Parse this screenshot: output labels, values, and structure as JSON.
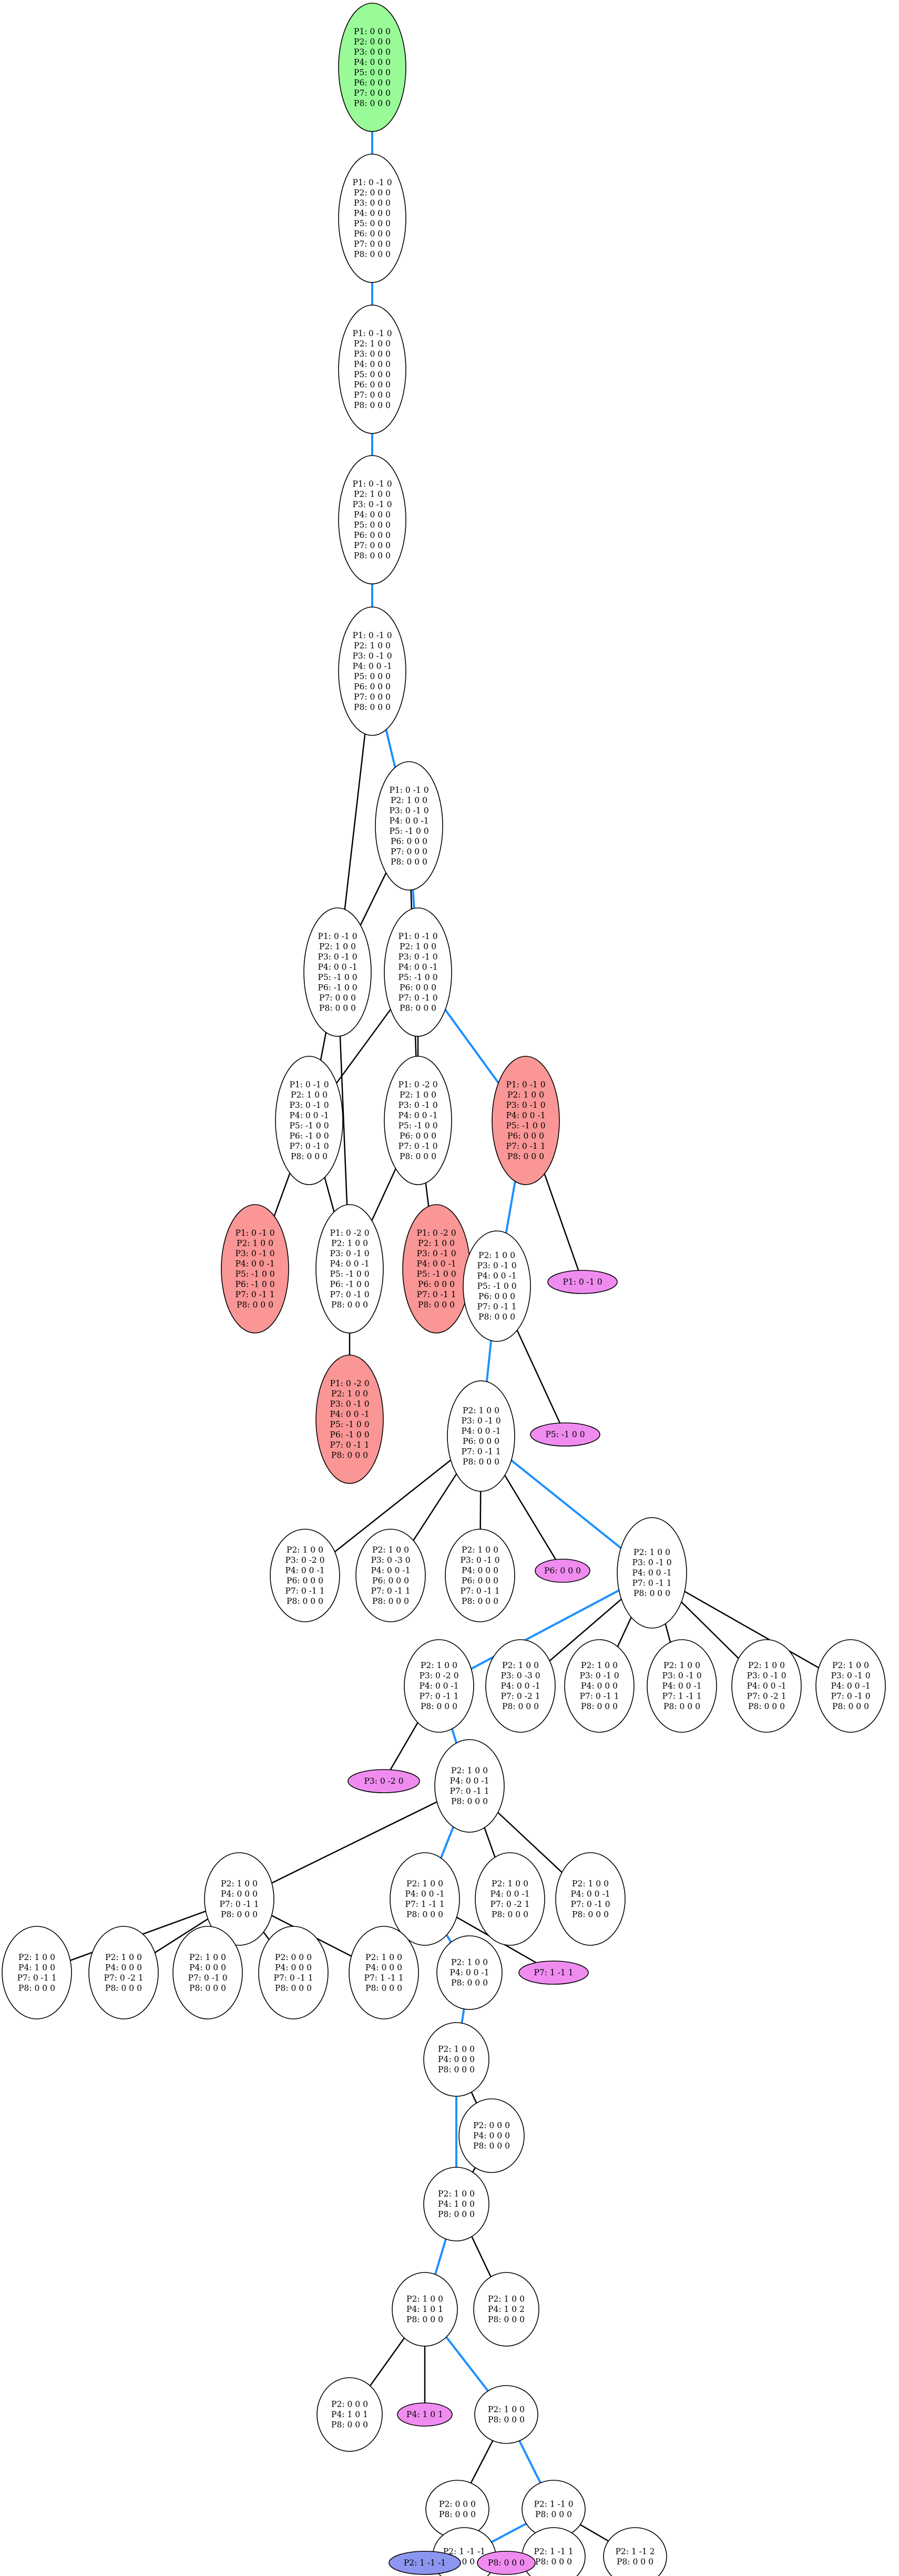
{
  "colors": {
    "edge": "#000000",
    "path_edge": "#1e90ff",
    "start_fill": "#98fb98",
    "dead_fill": "#fa9696",
    "leaf_fill": "#f08cf0",
    "goal_fill": "#8c96f0",
    "default_fill": "#ffffff"
  },
  "nodes": [
    {
      "id": "n0",
      "kind": "start",
      "lines": [
        "P1: 0 0 0",
        "P2: 0 0 0",
        "P3: 0 0 0",
        "P4: 0 0 0",
        "P5: 0 0 0",
        "P6: 0 0 0",
        "P7: 0 0 0",
        "P8: 0 0 0"
      ]
    },
    {
      "id": "n1",
      "kind": "normal",
      "lines": [
        "P1: 0 -1 0",
        "P2: 0 0 0",
        "P3: 0 0 0",
        "P4: 0 0 0",
        "P5: 0 0 0",
        "P6: 0 0 0",
        "P7: 0 0 0",
        "P8: 0 0 0"
      ]
    },
    {
      "id": "n2",
      "kind": "normal",
      "lines": [
        "P1: 0 -1 0",
        "P2: 1 0 0",
        "P3: 0 0 0",
        "P4: 0 0 0",
        "P5: 0 0 0",
        "P6: 0 0 0",
        "P7: 0 0 0",
        "P8: 0 0 0"
      ]
    },
    {
      "id": "n3",
      "kind": "normal",
      "lines": [
        "P1: 0 -1 0",
        "P2: 1 0 0",
        "P3: 0 -1 0",
        "P4: 0 0 0",
        "P5: 0 0 0",
        "P6: 0 0 0",
        "P7: 0 0 0",
        "P8: 0 0 0"
      ]
    },
    {
      "id": "n4",
      "kind": "normal",
      "lines": [
        "P1: 0 -1 0",
        "P2: 1 0 0",
        "P3: 0 -1 0",
        "P4: 0 0 -1",
        "P5: 0 0 0",
        "P6: 0 0 0",
        "P7: 0 0 0",
        "P8: 0 0 0"
      ]
    },
    {
      "id": "n5",
      "kind": "normal",
      "lines": [
        "P1: 0 -1 0",
        "P2: 1 0 0",
        "P3: 0 -1 0",
        "P4: 0 0 -1",
        "P5: -1 0 0",
        "P6: 0 0 0",
        "P7: 0 0 0",
        "P8: 0 0 0"
      ]
    },
    {
      "id": "n6",
      "kind": "normal",
      "lines": [
        "P1: 0 -1 0",
        "P2: 1 0 0",
        "P3: 0 -1 0",
        "P4: 0 0 -1",
        "P5: -1 0 0",
        "P6: -1 0 0",
        "P7: 0 0 0",
        "P8: 0 0 0"
      ]
    },
    {
      "id": "n7",
      "kind": "normal",
      "lines": [
        "P1: 0 -1 0",
        "P2: 1 0 0",
        "P3: 0 -1 0",
        "P4: 0 0 -1",
        "P5: -1 0 0",
        "P6: 0 0 0",
        "P7: 0 -1 0",
        "P8: 0 0 0"
      ]
    },
    {
      "id": "n8",
      "kind": "normal",
      "lines": [
        "P1: 0 -1 0",
        "P2: 1 0 0",
        "P3: 0 -1 0",
        "P4: 0 0 -1",
        "P5: -1 0 0",
        "P6: -1 0 0",
        "P7: 0 -1 0",
        "P8: 0 0 0"
      ]
    },
    {
      "id": "n9",
      "kind": "normal",
      "lines": [
        "P1: 0 -2 0",
        "P2: 1 0 0",
        "P3: 0 -1 0",
        "P4: 0 0 -1",
        "P5: -1 0 0",
        "P6: 0 0 0",
        "P7: 0 -1 0",
        "P8: 0 0 0"
      ]
    },
    {
      "id": "n10",
      "kind": "dead",
      "lines": [
        "P1: 0 -1 0",
        "P2: 1 0 0",
        "P3: 0 -1 0",
        "P4: 0 0 -1",
        "P5: -1 0 0",
        "P6: 0 0 0",
        "P7: 0 -1 1",
        "P8: 0 0 0"
      ]
    },
    {
      "id": "n11",
      "kind": "dead",
      "lines": [
        "P1: 0 -1 0",
        "P2: 1 0 0",
        "P3: 0 -1 0",
        "P4: 0 0 -1",
        "P5: -1 0 0",
        "P6: -1 0 0",
        "P7: 0 -1 1",
        "P8: 0 0 0"
      ]
    },
    {
      "id": "n12",
      "kind": "normal",
      "lines": [
        "P1: 0 -2 0",
        "P2: 1 0 0",
        "P3: 0 -1 0",
        "P4: 0 0 -1",
        "P5: -1 0 0",
        "P6: -1 0 0",
        "P7: 0 -1 0",
        "P8: 0 0 0"
      ]
    },
    {
      "id": "n13",
      "kind": "dead",
      "lines": [
        "P1: 0 -2 0",
        "P2: 1 0 0",
        "P3: 0 -1 0",
        "P4: 0 0 -1",
        "P5: -1 0 0",
        "P6: 0 0 0",
        "P7: 0 -1 1",
        "P8: 0 0 0"
      ]
    },
    {
      "id": "n14",
      "kind": "dead",
      "lines": [
        "P1: 0 -2 0",
        "P2: 1 0 0",
        "P3: 0 -1 0",
        "P4: 0 0 -1",
        "P5: -1 0 0",
        "P6: -1 0 0",
        "P7: 0 -1 1",
        "P8: 0 0 0"
      ]
    },
    {
      "id": "n15",
      "kind": "leaf",
      "lines": [
        "P1: 0 -1 0"
      ]
    },
    {
      "id": "n16",
      "kind": "normal",
      "lines": [
        "P2: 1 0 0",
        "P3: 0 -1 0",
        "P4: 0 0 -1",
        "P5: -1 0 0",
        "P6: 0 0 0",
        "P7: 0 -1 1",
        "P8: 0 0 0"
      ]
    },
    {
      "id": "n17",
      "kind": "leaf",
      "lines": [
        "P5: -1 0 0"
      ]
    },
    {
      "id": "n18",
      "kind": "normal",
      "lines": [
        "P2: 1 0 0",
        "P3: 0 -1 0",
        "P4: 0 0 -1",
        "P6: 0 0 0",
        "P7: 0 -1 1",
        "P8: 0 0 0"
      ]
    },
    {
      "id": "n19",
      "kind": "normal",
      "lines": [
        "P2: 1 0 0",
        "P3: 0 -2 0",
        "P4: 0 0 -1",
        "P6: 0 0 0",
        "P7: 0 -1 1",
        "P8: 0 0 0"
      ]
    },
    {
      "id": "n20",
      "kind": "normal",
      "lines": [
        "P2: 1 0 0",
        "P3: 0 -3 0",
        "P4: 0 0 -1",
        "P6: 0 0 0",
        "P7: 0 -1 1",
        "P8: 0 0 0"
      ]
    },
    {
      "id": "n21",
      "kind": "normal",
      "lines": [
        "P2: 1 0 0",
        "P3: 0 -1 0",
        "P4: 0 0 0",
        "P6: 0 0 0",
        "P7: 0 -1 1",
        "P8: 0 0 0"
      ]
    },
    {
      "id": "n22",
      "kind": "leaf",
      "lines": [
        "P6: 0 0 0"
      ]
    },
    {
      "id": "n23",
      "kind": "normal",
      "lines": [
        "P2: 1 0 0",
        "P3: 0 -1 0",
        "P4: 0 0 -1",
        "P7: 0 -1 1",
        "P8: 0 0 0"
      ]
    },
    {
      "id": "n24",
      "kind": "normal",
      "lines": [
        "P2: 1 0 0",
        "P3: 0 -2 0",
        "P4: 0 0 -1",
        "P7: 0 -1 1",
        "P8: 0 0 0"
      ]
    },
    {
      "id": "n25",
      "kind": "normal",
      "lines": [
        "P2: 1 0 0",
        "P3: 0 -3 0",
        "P4: 0 0 -1",
        "P7: 0 -2 1",
        "P8: 0 0 0"
      ]
    },
    {
      "id": "n26",
      "kind": "normal",
      "lines": [
        "P2: 1 0 0",
        "P3: 0 -1 0",
        "P4: 0 0 0",
        "P7: 0 -1 1",
        "P8: 0 0 0"
      ]
    },
    {
      "id": "n27",
      "kind": "normal",
      "lines": [
        "P2: 1 0 0",
        "P3: 0 -1 0",
        "P4: 0 0 -1",
        "P7: 1 -1 1",
        "P8: 0 0 0"
      ]
    },
    {
      "id": "n28",
      "kind": "normal",
      "lines": [
        "P2: 1 0 0",
        "P3: 0 -1 0",
        "P4: 0 0 -1",
        "P7: 0 -2 1",
        "P8: 0 0 0"
      ]
    },
    {
      "id": "n29",
      "kind": "normal",
      "lines": [
        "P2: 1 0 0",
        "P3: 0 -1 0",
        "P4: 0 0 -1",
        "P7: 0 -1 0",
        "P8: 0 0 0"
      ]
    },
    {
      "id": "n30",
      "kind": "leaf",
      "lines": [
        "P3: 0 -2 0"
      ]
    },
    {
      "id": "n31",
      "kind": "normal",
      "lines": [
        "P2: 1 0 0",
        "P4: 0 0 -1",
        "P7: 0 -1 1",
        "P8: 0 0 0"
      ]
    },
    {
      "id": "n32",
      "kind": "normal",
      "lines": [
        "P2: 1 0 0",
        "P4: 0 0 0",
        "P7: 0 -1 1",
        "P8: 0 0 0"
      ]
    },
    {
      "id": "n33",
      "kind": "normal",
      "lines": [
        "P2: 1 0 0",
        "P4: 0 0 -1",
        "P7: 1 -1 1",
        "P8: 0 0 0"
      ]
    },
    {
      "id": "n34",
      "kind": "normal",
      "lines": [
        "P2: 1 0 0",
        "P4: 0 0 -1",
        "P7: 0 -2 1",
        "P8: 0 0 0"
      ]
    },
    {
      "id": "n35",
      "kind": "normal",
      "lines": [
        "P2: 1 0 0",
        "P4: 0 0 -1",
        "P7: 0 -1 0",
        "P8: 0 0 0"
      ]
    },
    {
      "id": "n36",
      "kind": "normal",
      "lines": [
        "P2: 1 0 0",
        "P4: 1 0 0",
        "P7: 0 -1 1",
        "P8: 0 0 0"
      ]
    },
    {
      "id": "n37",
      "kind": "normal",
      "lines": [
        "P2: 1 0 0",
        "P4: 0 0 0",
        "P7: 0 -2 1",
        "P8: 0 0 0"
      ]
    },
    {
      "id": "n38",
      "kind": "normal",
      "lines": [
        "P2: 1 0 0",
        "P4: 0 0 0",
        "P7: 0 -1 0",
        "P8: 0 0 0"
      ]
    },
    {
      "id": "n39",
      "kind": "normal",
      "lines": [
        "P2: 0 0 0",
        "P4: 0 0 0",
        "P7: 0 -1 1",
        "P8: 0 0 0"
      ]
    },
    {
      "id": "n40",
      "kind": "normal",
      "lines": [
        "P2: 1 0 0",
        "P4: 0 0 0",
        "P7: 1 -1 1",
        "P8: 0 0 0"
      ]
    },
    {
      "id": "n41",
      "kind": "leaf",
      "lines": [
        "P7: 1 -1 1"
      ]
    },
    {
      "id": "n42",
      "kind": "normal",
      "lines": [
        "P2: 1 0 0",
        "P4: 0 0 -1",
        "P8: 0 0 0"
      ]
    },
    {
      "id": "n43",
      "kind": "normal",
      "lines": [
        "P2: 1 0 0",
        "P4: 0 0 0",
        "P8: 0 0 0"
      ]
    },
    {
      "id": "n44",
      "kind": "normal",
      "lines": [
        "P2: 0 0 0",
        "P4: 0 0 0",
        "P8: 0 0 0"
      ]
    },
    {
      "id": "n45",
      "kind": "normal",
      "lines": [
        "P2: 1 0 0",
        "P4: 1 0 0",
        "P8: 0 0 0"
      ]
    },
    {
      "id": "n46",
      "kind": "normal",
      "lines": [
        "P2: 1 0 0",
        "P4: 1 0 1",
        "P8: 0 0 0"
      ]
    },
    {
      "id": "n47",
      "kind": "normal",
      "lines": [
        "P2: 1 0 0",
        "P4: 1 0 2",
        "P8: 0 0 0"
      ]
    },
    {
      "id": "n48",
      "kind": "normal",
      "lines": [
        "P2: 0 0 0",
        "P4: 1 0 1",
        "P8: 0 0 0"
      ]
    },
    {
      "id": "n49",
      "kind": "leaf",
      "lines": [
        "P4: 1 0 1"
      ]
    },
    {
      "id": "n50",
      "kind": "normal",
      "lines": [
        "P2: 1 0 0",
        "P8: 0 0 0"
      ]
    },
    {
      "id": "n51",
      "kind": "normal",
      "lines": [
        "P2: 0 0 0",
        "P8: 0 0 0"
      ]
    },
    {
      "id": "n52",
      "kind": "normal",
      "lines": [
        "P2: 1 -1 0",
        "P8: 0 0 0"
      ]
    },
    {
      "id": "n53",
      "kind": "normal",
      "lines": [
        "P2: 1 -1 -1",
        "P8: 0 0 0"
      ]
    },
    {
      "id": "n54",
      "kind": "normal",
      "lines": [
        "P2: 1 -1 1",
        "P8: 0 0 0"
      ]
    },
    {
      "id": "n55",
      "kind": "normal",
      "lines": [
        "P2: 1 -1 2",
        "P8: 0 0 0"
      ]
    },
    {
      "id": "n56",
      "kind": "goal",
      "lines": [
        "P2: 1 -1 -1"
      ]
    },
    {
      "id": "n57",
      "kind": "leaf",
      "lines": [
        "P8: 0 0 0"
      ]
    }
  ],
  "edges": [
    {
      "from": "n0",
      "to": "n1",
      "path": true
    },
    {
      "from": "n1",
      "to": "n2",
      "path": true
    },
    {
      "from": "n2",
      "to": "n3",
      "path": true
    },
    {
      "from": "n3",
      "to": "n4",
      "path": true
    },
    {
      "from": "n4",
      "to": "n5",
      "path": true
    },
    {
      "from": "n4",
      "to": "n6",
      "path": false
    },
    {
      "from": "n5",
      "to": "n6",
      "path": false
    },
    {
      "from": "n5",
      "to": "n7",
      "path": true
    },
    {
      "from": "n5",
      "to": "n9",
      "path": false
    },
    {
      "from": "n7",
      "to": "n8",
      "path": false
    },
    {
      "from": "n6",
      "to": "n8",
      "path": false
    },
    {
      "from": "n7",
      "to": "n9",
      "path": false
    },
    {
      "from": "n7",
      "to": "n10",
      "path": true
    },
    {
      "from": "n8",
      "to": "n11",
      "path": false
    },
    {
      "from": "n8",
      "to": "n12",
      "path": false
    },
    {
      "from": "n6",
      "to": "n12",
      "path": false
    },
    {
      "from": "n9",
      "to": "n12",
      "path": false
    },
    {
      "from": "n9",
      "to": "n13",
      "path": false
    },
    {
      "from": "n12",
      "to": "n14",
      "path": false
    },
    {
      "from": "n10",
      "to": "n15",
      "path": false
    },
    {
      "from": "n10",
      "to": "n16",
      "path": true
    },
    {
      "from": "n16",
      "to": "n17",
      "path": false
    },
    {
      "from": "n16",
      "to": "n18",
      "path": true
    },
    {
      "from": "n18",
      "to": "n19",
      "path": false
    },
    {
      "from": "n18",
      "to": "n20",
      "path": false
    },
    {
      "from": "n18",
      "to": "n21",
      "path": false
    },
    {
      "from": "n18",
      "to": "n22",
      "path": false
    },
    {
      "from": "n18",
      "to": "n23",
      "path": true
    },
    {
      "from": "n23",
      "to": "n24",
      "path": true
    },
    {
      "from": "n23",
      "to": "n25",
      "path": false
    },
    {
      "from": "n23",
      "to": "n26",
      "path": false
    },
    {
      "from": "n23",
      "to": "n27",
      "path": false
    },
    {
      "from": "n23",
      "to": "n28",
      "path": false
    },
    {
      "from": "n23",
      "to": "n29",
      "path": false
    },
    {
      "from": "n24",
      "to": "n30",
      "path": false
    },
    {
      "from": "n24",
      "to": "n31",
      "path": true
    },
    {
      "from": "n31",
      "to": "n32",
      "path": false
    },
    {
      "from": "n31",
      "to": "n33",
      "path": true
    },
    {
      "from": "n31",
      "to": "n34",
      "path": false
    },
    {
      "from": "n31",
      "to": "n35",
      "path": false
    },
    {
      "from": "n32",
      "to": "n36",
      "path": false
    },
    {
      "from": "n32",
      "to": "n37",
      "path": false
    },
    {
      "from": "n32",
      "to": "n38",
      "path": false
    },
    {
      "from": "n32",
      "to": "n39",
      "path": false
    },
    {
      "from": "n32",
      "to": "n40",
      "path": false
    },
    {
      "from": "n33",
      "to": "n40",
      "path": false
    },
    {
      "from": "n33",
      "to": "n41",
      "path": false
    },
    {
      "from": "n33",
      "to": "n42",
      "path": true
    },
    {
      "from": "n42",
      "to": "n43",
      "path": true
    },
    {
      "from": "n43",
      "to": "n44",
      "path": false
    },
    {
      "from": "n43",
      "to": "n45",
      "path": true
    },
    {
      "from": "n44",
      "to": "n45",
      "path": false
    },
    {
      "from": "n45",
      "to": "n46",
      "path": true
    },
    {
      "from": "n45",
      "to": "n47",
      "path": false
    },
    {
      "from": "n46",
      "to": "n48",
      "path": false
    },
    {
      "from": "n46",
      "to": "n49",
      "path": false
    },
    {
      "from": "n46",
      "to": "n50",
      "path": true
    },
    {
      "from": "n50",
      "to": "n51",
      "path": false
    },
    {
      "from": "n50",
      "to": "n52",
      "path": true
    },
    {
      "from": "n52",
      "to": "n53",
      "path": true
    },
    {
      "from": "n52",
      "to": "n54",
      "path": false
    },
    {
      "from": "n52",
      "to": "n55",
      "path": false
    },
    {
      "from": "n53",
      "to": "n56",
      "path": true
    },
    {
      "from": "n53",
      "to": "n57",
      "path": false
    }
  ]
}
